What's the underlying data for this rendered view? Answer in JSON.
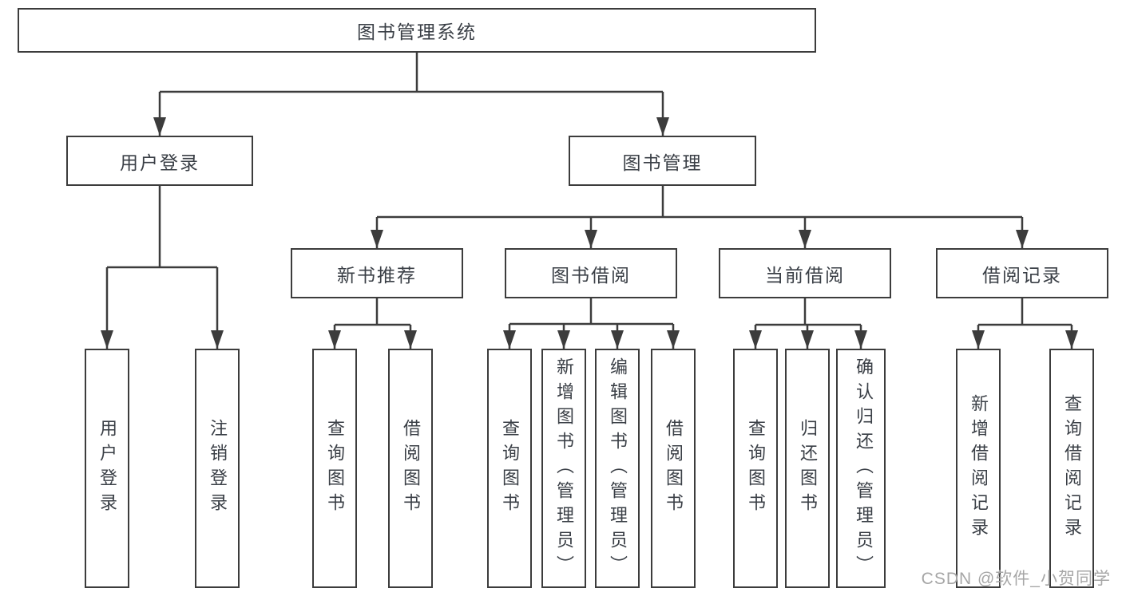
{
  "tree": {
    "label": "图书管理系统",
    "children": [
      {
        "label": "用户登录",
        "children": [
          {
            "label": "用户登录"
          },
          {
            "label": "注销登录"
          }
        ]
      },
      {
        "label": "图书管理",
        "children": [
          {
            "label": "新书推荐",
            "children": [
              {
                "label": "查询图书"
              },
              {
                "label": "借阅图书"
              }
            ]
          },
          {
            "label": "图书借阅",
            "children": [
              {
                "label": "查询图书"
              },
              {
                "label": "新增图书（管理员）"
              },
              {
                "label": "编辑图书（管理员）"
              },
              {
                "label": "借阅图书"
              }
            ]
          },
          {
            "label": "当前借阅",
            "children": [
              {
                "label": "查询图书"
              },
              {
                "label": "归还图书"
              },
              {
                "label": "确认归还（管理员）"
              }
            ]
          },
          {
            "label": "借阅记录",
            "children": [
              {
                "label": "新增借阅记录"
              },
              {
                "label": "查询借阅记录"
              }
            ]
          }
        ]
      }
    ]
  },
  "watermark": {
    "text": "CSDN @软件_小贺同学"
  },
  "colors": {
    "line": "#3c3c3c",
    "text": "#3a3f46",
    "watermark": "#a6a6a6",
    "background": "#ffffff"
  }
}
